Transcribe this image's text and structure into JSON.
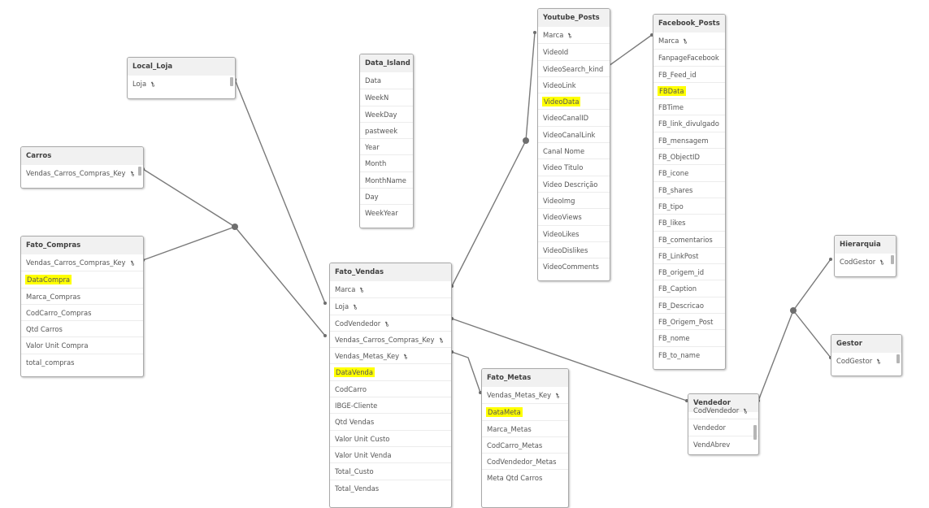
{
  "tables": {
    "local_loja": {
      "title": "Local_Loja",
      "fields": [
        {
          "name": "Loja",
          "key": true
        }
      ]
    },
    "carros": {
      "title": "Carros",
      "fields": [
        {
          "name": "Vendas_Carros_Compras_Key",
          "key": true
        }
      ]
    },
    "fato_compras": {
      "title": "Fato_Compras",
      "fields": [
        {
          "name": "Vendas_Carros_Compras_Key",
          "key": true
        },
        {
          "name": "DataCompra",
          "highlight": true
        },
        {
          "name": "Marca_Compras"
        },
        {
          "name": "CodCarro_Compras"
        },
        {
          "name": "Qtd Carros"
        },
        {
          "name": "Valor Unit Compra"
        },
        {
          "name": "total_compras"
        }
      ]
    },
    "data_island": {
      "title": "Data_Island",
      "fields": [
        {
          "name": "Data"
        },
        {
          "name": "WeekN"
        },
        {
          "name": "WeekDay"
        },
        {
          "name": "pastweek"
        },
        {
          "name": "Year"
        },
        {
          "name": "Month"
        },
        {
          "name": "MonthName"
        },
        {
          "name": "Day"
        },
        {
          "name": "WeekYear"
        }
      ]
    },
    "fato_vendas": {
      "title": "Fato_Vendas",
      "fields": [
        {
          "name": "Marca",
          "key": true
        },
        {
          "name": "Loja",
          "key": true
        },
        {
          "name": "CodVendedor",
          "key": true
        },
        {
          "name": "Vendas_Carros_Compras_Key",
          "key": true
        },
        {
          "name": "Vendas_Metas_Key",
          "key": true
        },
        {
          "name": "DataVenda",
          "highlight": true
        },
        {
          "name": "CodCarro"
        },
        {
          "name": "IBGE-Cliente"
        },
        {
          "name": "Qtd Vendas"
        },
        {
          "name": "Valor Unit Custo"
        },
        {
          "name": "Valor Unit Venda"
        },
        {
          "name": "Total_Custo"
        },
        {
          "name": "Total_Vendas"
        }
      ]
    },
    "youtube_posts": {
      "title": "Youtube_Posts",
      "fields": [
        {
          "name": "Marca",
          "key": true
        },
        {
          "name": "VideoId"
        },
        {
          "name": "VideoSearch_kind"
        },
        {
          "name": "VideoLink"
        },
        {
          "name": "VideoData",
          "highlight": true
        },
        {
          "name": "VideoCanalID"
        },
        {
          "name": "VideoCanalLink"
        },
        {
          "name": "Canal Nome"
        },
        {
          "name": "Video Titulo"
        },
        {
          "name": "Video Descrição"
        },
        {
          "name": "VideoImg"
        },
        {
          "name": "VideoViews"
        },
        {
          "name": "VideoLikes"
        },
        {
          "name": "VideoDislikes"
        },
        {
          "name": "VideoComments"
        }
      ]
    },
    "facebook_posts": {
      "title": "Facebook_Posts",
      "fields": [
        {
          "name": "Marca",
          "key": true
        },
        {
          "name": "FanpageFacebook"
        },
        {
          "name": "FB_Feed_id"
        },
        {
          "name": "FBData",
          "highlight": true
        },
        {
          "name": "FBTime"
        },
        {
          "name": "FB_link_divulgado"
        },
        {
          "name": "FB_mensagem"
        },
        {
          "name": "FB_ObjectID"
        },
        {
          "name": "FB_icone"
        },
        {
          "name": "FB_shares"
        },
        {
          "name": "FB_tipo"
        },
        {
          "name": "FB_likes"
        },
        {
          "name": "FB_comentarios"
        },
        {
          "name": "FB_LinkPost"
        },
        {
          "name": "FB_origem_id"
        },
        {
          "name": "FB_Caption"
        },
        {
          "name": "FB_Descricao"
        },
        {
          "name": "FB_Origem_Post"
        },
        {
          "name": "FB_nome"
        },
        {
          "name": "FB_to_name"
        }
      ]
    },
    "fato_metas": {
      "title": "Fato_Metas",
      "fields": [
        {
          "name": "Vendas_Metas_Key",
          "key": true
        },
        {
          "name": "DataMeta",
          "highlight": true
        },
        {
          "name": "Marca_Metas"
        },
        {
          "name": "CodCarro_Metas"
        },
        {
          "name": "CodVendedor_Metas"
        },
        {
          "name": "Meta Qtd Carros"
        }
      ]
    },
    "vendedor": {
      "title": "Vendedor",
      "fields": [
        {
          "name": "CodVendedor",
          "key": true
        },
        {
          "name": "Vendedor"
        },
        {
          "name": "VendAbrev"
        }
      ]
    },
    "hierarquia": {
      "title": "Hierarquia",
      "fields": [
        {
          "name": "CodGestor",
          "key": true
        }
      ]
    },
    "gestor": {
      "title": "Gestor",
      "fields": [
        {
          "name": "CodGestor",
          "key": true
        }
      ]
    }
  },
  "style": {
    "highlight_color": "#ffff00",
    "line_color": "#7a7a7a",
    "header_color": "#f1f1f1"
  }
}
